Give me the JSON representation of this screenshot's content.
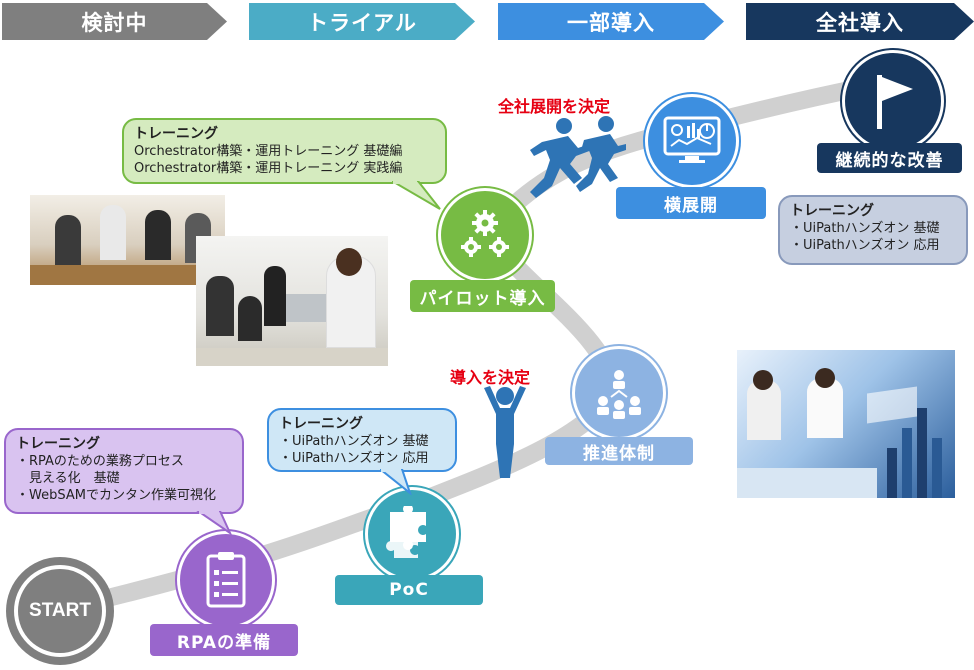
{
  "phases": [
    {
      "label": "検討中",
      "color": "#7f7f7f"
    },
    {
      "label": "トライアル",
      "color": "#4bacc6"
    },
    {
      "label": "一部導入",
      "color": "#3d8fe0"
    },
    {
      "label": "全社導入",
      "color": "#17375e"
    }
  ],
  "start_label": "START",
  "stages": {
    "rpa_prep": "RPAの準備",
    "poc": "PoC",
    "promotion": "推進体制",
    "pilot": "パイロット導入",
    "rollout": "横展開",
    "continuous": "継続的な改善"
  },
  "decisions": {
    "adopt": "導入を決定",
    "company_wide": "全社展開を決定"
  },
  "trainings": {
    "rpa_prep": {
      "title": "トレーニング",
      "lines": [
        "・RPAのための業務プロセス",
        "　見える化　基礎",
        "・WebSAMでカンタン作業可視化"
      ]
    },
    "poc": {
      "title": "トレーニング",
      "lines": [
        "・UiPathハンズオン 基礎",
        "・UiPathハンズオン 応用"
      ]
    },
    "pilot": {
      "title": "トレーニング",
      "lines": [
        "Orchestrator構築・運用トレーニング 基礎編",
        "Orchestrator構築・運用トレーニング 実践編"
      ]
    },
    "company": {
      "title": "トレーニング",
      "lines": [
        "・UiPathハンズオン 基礎",
        "・UiPathハンズオン 応用"
      ]
    }
  },
  "colors": {
    "road": "#d0d0d0",
    "purple": "#9966cc",
    "teal": "#3aa6b9",
    "blue_light": "#8db3e2",
    "green": "#77bb44",
    "blue": "#3d8fe0",
    "navy": "#17375e",
    "red": "#e60012"
  }
}
